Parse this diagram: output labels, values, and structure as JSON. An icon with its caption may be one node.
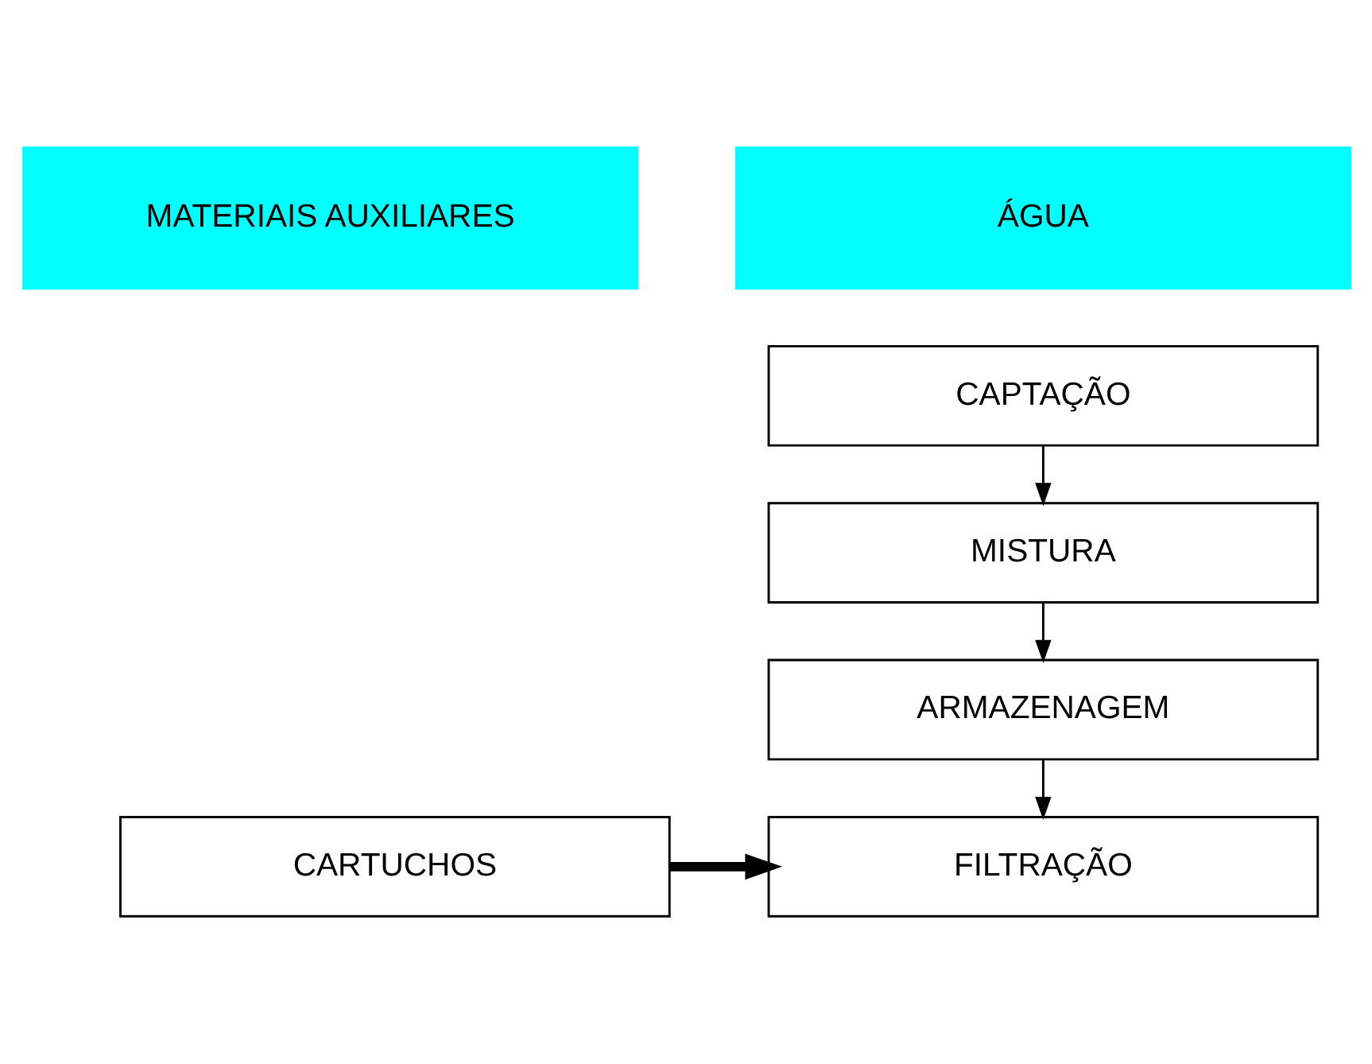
{
  "diagram": {
    "nodes": [
      {
        "text": [
          "MATERIAIS AUXILIARES"
        ]
      },
      {
        "text": [
          "ÁGUA"
        ]
      },
      {
        "text": [
          "CAPTAÇÃO"
        ]
      },
      {
        "text": [
          "MISTURA"
        ]
      },
      {
        "text": [
          "ARMAZENAGEM"
        ]
      },
      {
        "text": [
          "CARTUCHOS"
        ]
      },
      {
        "text": [
          "FILTRAÇÃO"
        ]
      }
    ],
    "edges": [
      {
        "from": 2,
        "to": 3,
        "arrow": "to"
      },
      {
        "from": 3,
        "to": 4,
        "arrow": "to"
      },
      {
        "from": 4,
        "to": 6,
        "arrow": "to"
      },
      {
        "from": 5,
        "to": 6,
        "arrow": "to",
        "style": "thick"
      }
    ]
  }
}
